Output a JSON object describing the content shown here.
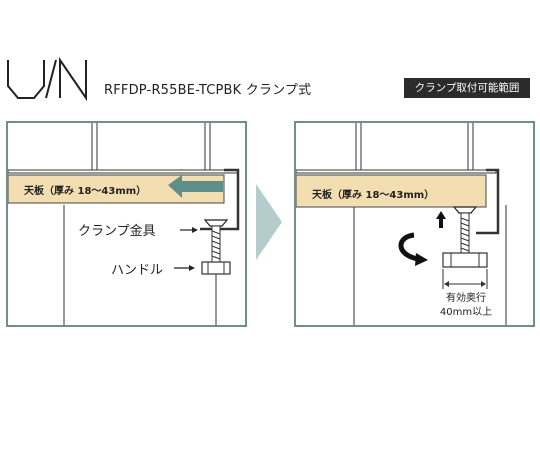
{
  "header": {
    "logo_text": "U/N",
    "model": "RFFDP-R55BE-TCPBK クランプ式",
    "badge": "クランプ取付可能範囲"
  },
  "left_panel": {
    "board_label": "天板（厚み 18～43mm）",
    "clamp_label": "クランプ金具",
    "handle_label": "ハンドル"
  },
  "right_panel": {
    "board_label": "天板（厚み 18～43mm）",
    "depth_line1": "有効奥行",
    "depth_line2": "40mm以上"
  },
  "colors": {
    "panel_border": "#6f8f88",
    "board": "#f3deb2",
    "insert_arrow": "#5f8e8b",
    "divider_arrow": "#b5cccc"
  },
  "icons": {
    "insert_arrow": "left-arrow-icon",
    "rotate_arrow": "rotate-arrow-icon",
    "up_arrow": "up-arrow-icon",
    "divider": "chevron-right-icon"
  }
}
